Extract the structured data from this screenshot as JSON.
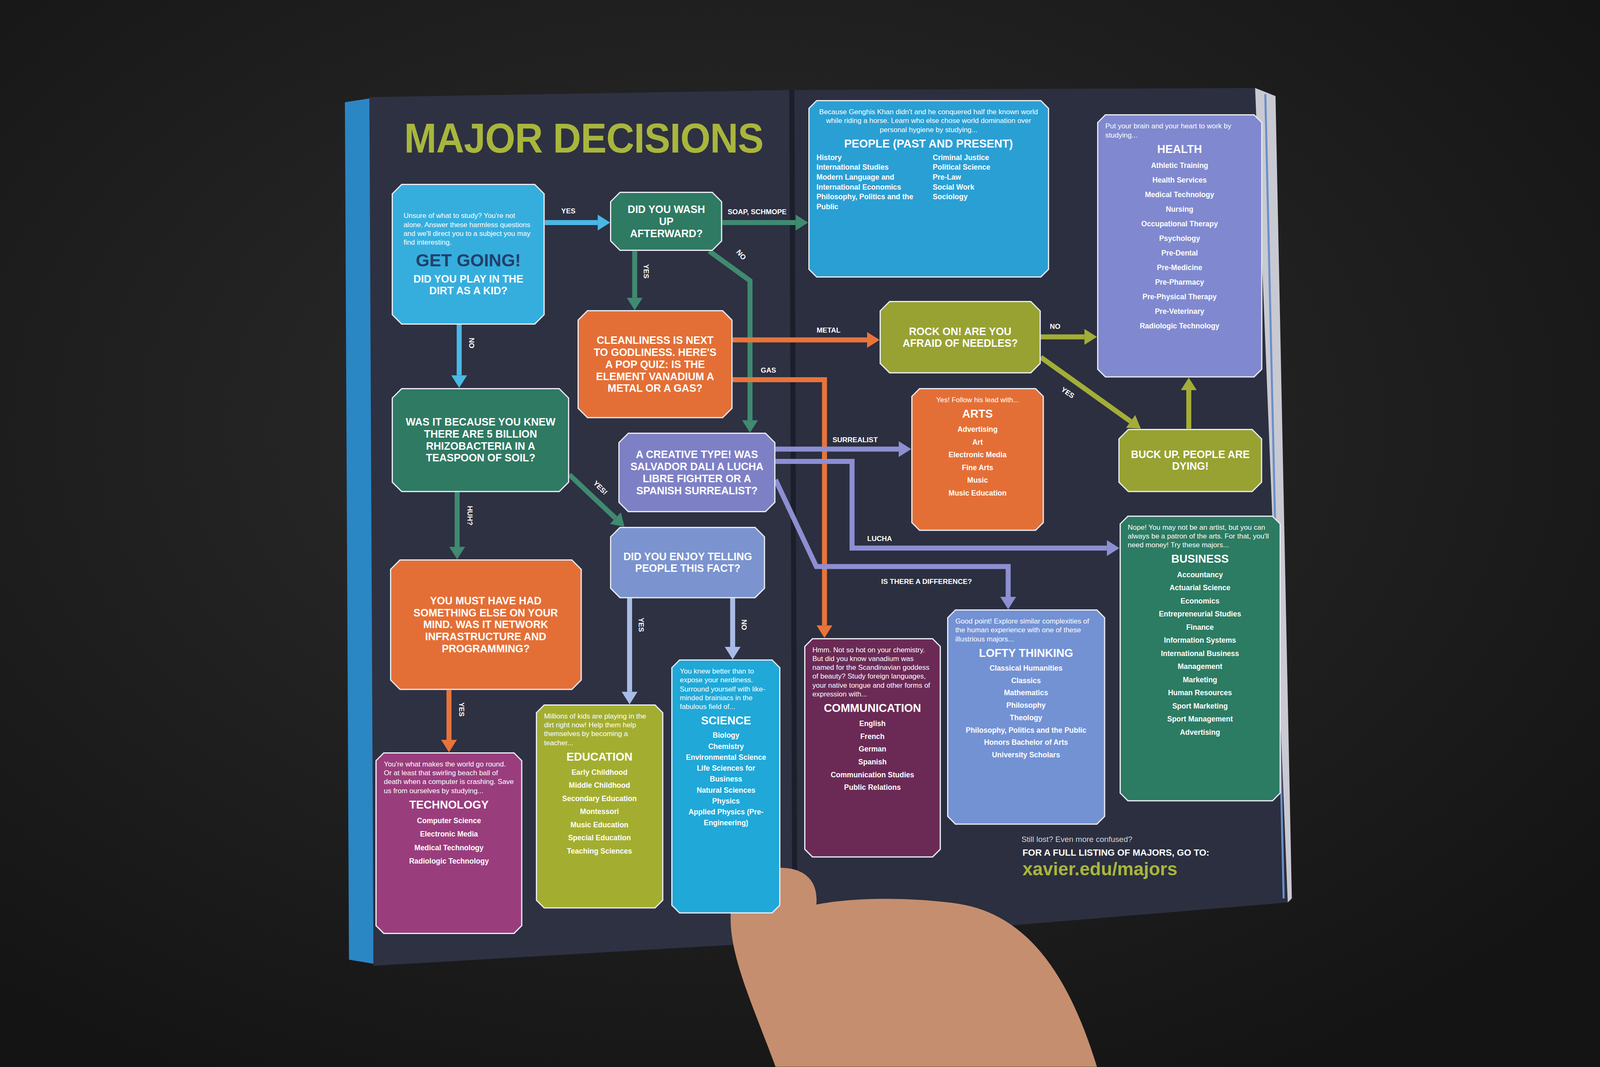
{
  "diagram": {
    "title": "MAJOR DECISIONS",
    "nodes": [
      {
        "text": [
          "Unsure of what to study? You're not alone. Answer these harmless questions and we'll direct you to a subject you may find interesting.",
          "GET GOING!",
          "DID YOU PLAY IN THE DIRT AS A KID?"
        ]
      },
      {
        "text": [
          "DID YOU WASH UP AFTERWARD?"
        ]
      },
      {
        "text": [
          "CLEANLINESS IS NEXT TO GODLINESS. HERE'S A POP QUIZ: IS THE ELEMENT VANADIUM A METAL OR A GAS?"
        ]
      },
      {
        "text": [
          "WAS IT BECAUSE YOU KNEW THERE ARE 5 BILLION RHIZOBACTERIA IN A TEASPOON OF SOIL?"
        ]
      },
      {
        "text": [
          "A CREATIVE TYPE! WAS SALVADOR DALI A LUCHA LIBRE FIGHTER OR A SPANISH SURREALIST?"
        ]
      },
      {
        "text": [
          "YOU MUST HAVE HAD SOMETHING ELSE ON YOUR MIND. WAS IT NETWORK INFRASTRUCTURE AND PROGRAMMING?"
        ]
      },
      {
        "text": [
          "DID YOU ENJOY TELLING PEOPLE THIS FACT?"
        ]
      },
      {
        "text": [
          "Because Genghis Khan didn't and he conquered half the known world while riding a horse. Learn who else chose world domination over personal hygiene by studying...",
          "PEOPLE (PAST AND PRESENT)",
          "History",
          "International Studies",
          "Modern Language and International Economics",
          "Philosophy, Politics and the Public",
          "Criminal Justice",
          "Political Science",
          "Pre-Law",
          "Social Work",
          "Sociology"
        ]
      },
      {
        "text": [
          "ROCK ON! ARE YOU AFRAID OF NEEDLES?"
        ]
      },
      {
        "text": [
          "Put your brain and your heart to work by studying...",
          "HEALTH",
          "Athletic Training",
          "Health Services",
          "Medical Technology",
          "Nursing",
          "Occupational Therapy",
          "Psychology",
          "Pre-Dental",
          "Pre-Medicine",
          "Pre-Pharmacy",
          "Pre-Physical Therapy",
          "Pre-Veterinary",
          "Radiologic Technology"
        ]
      },
      {
        "text": [
          "Yes! Follow his lead with...",
          "ARTS",
          "Advertising",
          "Art",
          "Electronic Media",
          "Fine Arts",
          "Music",
          "Music Education"
        ]
      },
      {
        "text": [
          "BUCK UP. PEOPLE ARE DYING!"
        ]
      },
      {
        "text": [
          "Nope! You may not be an artist, but you can always be a patron of the arts. For that, you'll need money! Try these majors...",
          "BUSINESS",
          "Accountancy",
          "Actuarial Science",
          "Economics",
          "Entrepreneurial Studies",
          "Finance",
          "Information Systems",
          "International Business",
          "Management",
          "Marketing",
          "Human Resources",
          "Sport Marketing",
          "Sport Management",
          "Advertising"
        ]
      },
      {
        "text": [
          "You're what makes the world go round. Or at least that swirling beach ball of death when a computer is crashing. Save us from ourselves by studying...",
          "TECHNOLOGY",
          "Computer Science",
          "Electronic Media",
          "Medical Technology",
          "Radiologic Technology"
        ]
      },
      {
        "text": [
          "Millions of kids are playing in the dirt right now! Help them help themselves by becoming a teacher...",
          "EDUCATION",
          "Early Childhood",
          "Middle Childhood",
          "Secondary Education",
          "Montessori",
          "Music Education",
          "Special Education",
          "Teaching Sciences"
        ]
      },
      {
        "text": [
          "You knew better than to expose your nerdiness. Surround yourself with like-minded brainiacs in the fabulous field of...",
          "SCIENCE",
          "Biology",
          "Chemistry",
          "Environmental Science",
          "Life Sciences for Business",
          "Natural Sciences",
          "Physics",
          "Applied Physics (Pre-Engineering)"
        ]
      },
      {
        "text": [
          "Hmm. Not so hot on your chemistry. But did you know vanadium was named for the Scandinavian goddess of beauty? Study foreign languages, your native tongue and other forms of expression with...",
          "COMMUNICATION",
          "English",
          "French",
          "German",
          "Spanish",
          "Communication Studies",
          "Public Relations"
        ]
      },
      {
        "text": [
          "Good point! Explore similar complexities of the human experience with one of these illustrious majors...",
          "LOFTY THINKING",
          "Classical Humanities",
          "Classics",
          "Mathematics",
          "Philosophy",
          "Theology",
          "Philosophy, Politics and the Public",
          "Honors Bachelor of Arts",
          "University Scholars"
        ]
      }
    ],
    "edges": [
      {
        "from": 0,
        "to": 1,
        "label": "YES",
        "arrow": "to"
      },
      {
        "from": 0,
        "to": 3,
        "label": "NO",
        "arrow": "to"
      },
      {
        "from": 1,
        "to": 7,
        "label": "SOAP, SCHMOPE",
        "arrow": "to"
      },
      {
        "from": 1,
        "to": 2,
        "label": "YES",
        "arrow": "to"
      },
      {
        "from": 1,
        "to": 4,
        "label": "NO",
        "arrow": "to"
      },
      {
        "from": 2,
        "to": 8,
        "label": "METAL",
        "arrow": "to"
      },
      {
        "from": 2,
        "to": 16,
        "label": "GAS",
        "arrow": "to"
      },
      {
        "from": 3,
        "to": 5,
        "label": "HUH?",
        "arrow": "to"
      },
      {
        "from": 3,
        "to": 6,
        "label": "YES!",
        "arrow": "to"
      },
      {
        "from": 4,
        "to": 10,
        "label": "SURREALIST",
        "arrow": "to"
      },
      {
        "from": 4,
        "to": 12,
        "label": "LUCHA",
        "arrow": "to"
      },
      {
        "from": 4,
        "to": 17,
        "label": "IS THERE A DIFFERENCE?",
        "arrow": "to"
      },
      {
        "from": 5,
        "to": 13,
        "label": "YES",
        "arrow": "to"
      },
      {
        "from": 6,
        "to": 14,
        "label": "YES",
        "arrow": "to"
      },
      {
        "from": 6,
        "to": 15,
        "label": "NO",
        "arrow": "to"
      },
      {
        "from": 8,
        "to": 9,
        "label": "NO",
        "arrow": "to"
      },
      {
        "from": 8,
        "to": 11,
        "label": "YES",
        "arrow": "to"
      },
      {
        "from": 11,
        "to": 9,
        "arrow": "to"
      }
    ],
    "labels": [
      "Still lost? Even more confused?",
      "FOR A FULL LISTING OF MAJORS, GO TO:",
      "xavier.edu/majors"
    ]
  }
}
